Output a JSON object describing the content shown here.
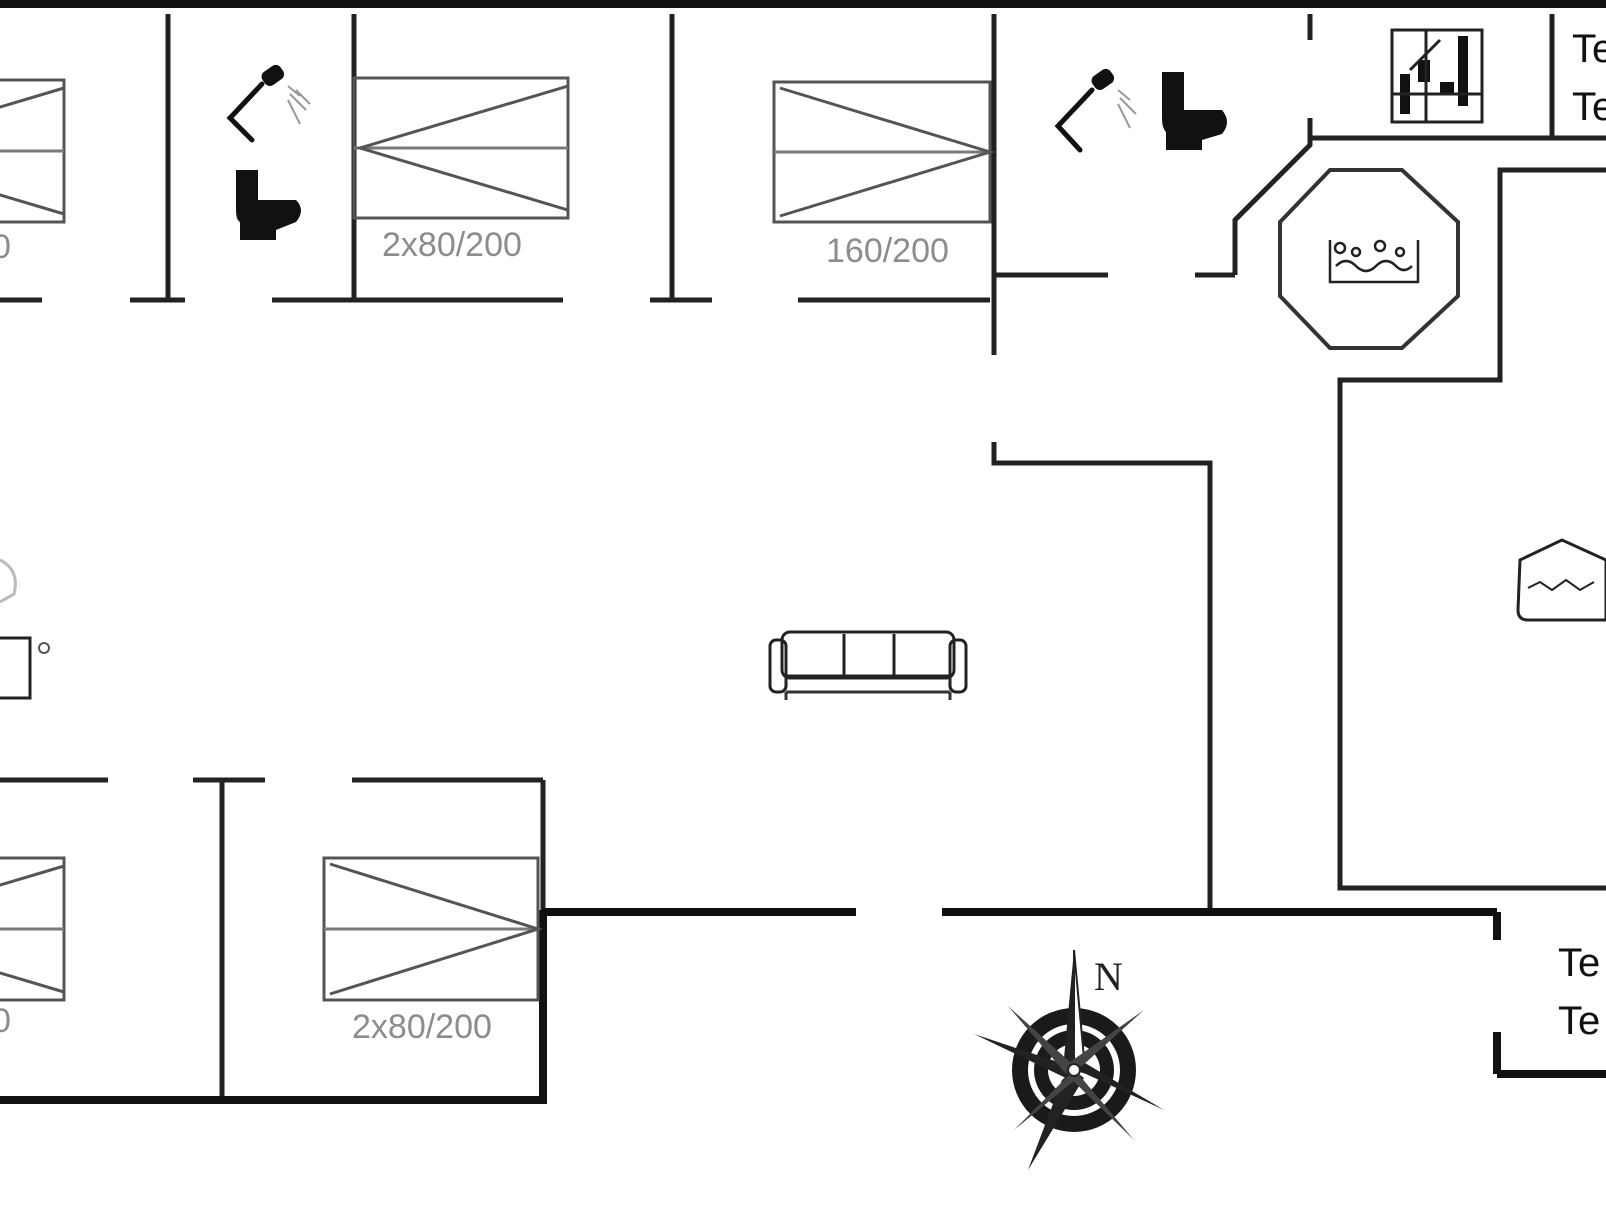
{
  "bed_labels": {
    "top_left": "2x80/200",
    "top_right": "160/200",
    "bottom": "2x80/200",
    "cut_top": "0",
    "cut_bottom": "0"
  },
  "compass": {
    "north_label": "N"
  },
  "edge_labels": {
    "top_1": "Te",
    "top_2": "Te",
    "bottom_1": "Te",
    "bottom_2": "Te"
  },
  "icons": [
    "shower-icon",
    "toilet-icon",
    "bed-icon",
    "sauna-icon",
    "kitchen-icon",
    "sofa-icon",
    "hot-tub-icon",
    "table-icon",
    "compass-icon"
  ]
}
